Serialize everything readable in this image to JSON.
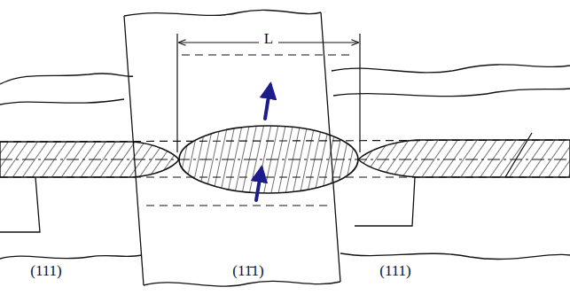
{
  "diagram": {
    "labels": [
      "L",
      "(111)",
      "(11̄1)",
      "(111)"
    ]
  }
}
